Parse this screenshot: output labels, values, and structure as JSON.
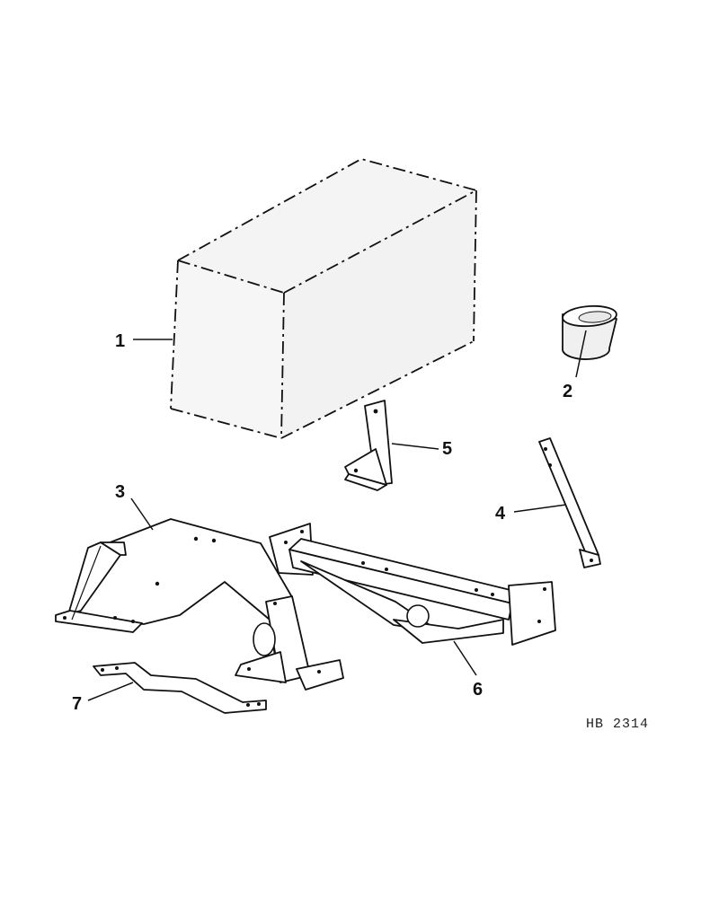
{
  "callouts": [
    {
      "id": "1",
      "label": "1",
      "part": "battery"
    },
    {
      "id": "2",
      "label": "2",
      "part": "sleeve"
    },
    {
      "id": "3",
      "label": "3",
      "part": "battery-support"
    },
    {
      "id": "4",
      "label": "4",
      "part": "strap"
    },
    {
      "id": "5",
      "label": "5",
      "part": "bracket"
    },
    {
      "id": "6",
      "label": "6",
      "part": "cross-member"
    },
    {
      "id": "7",
      "label": "7",
      "part": "tie-bar"
    }
  ],
  "drawing_code": "HB 2314"
}
